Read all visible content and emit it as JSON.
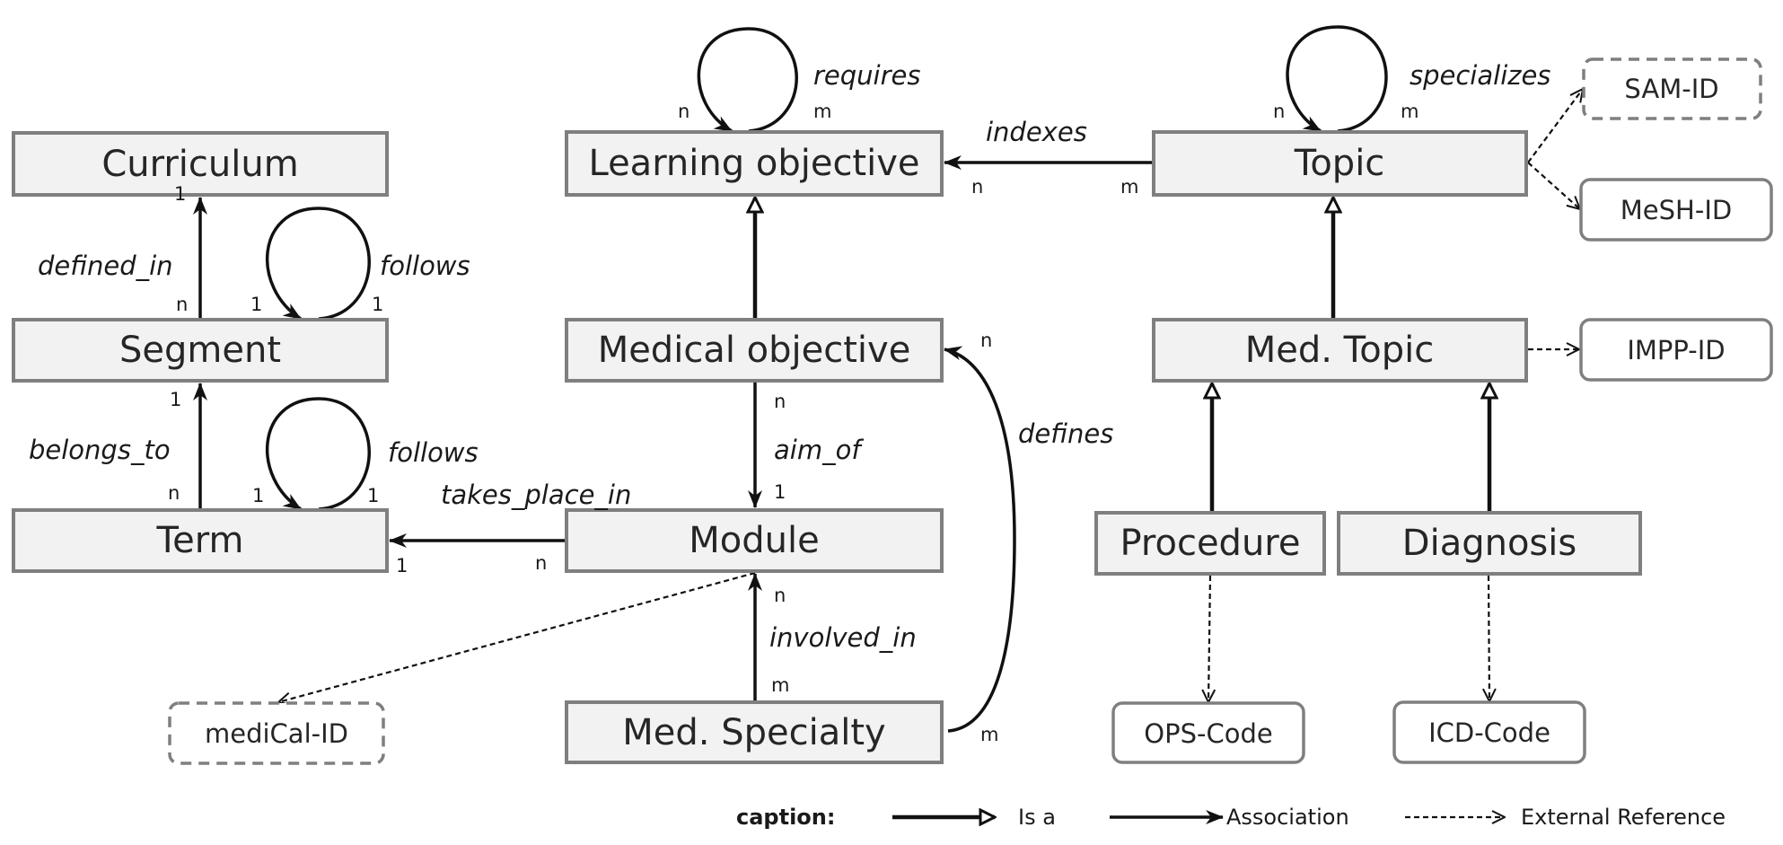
{
  "entities": {
    "curriculum": "Curriculum",
    "segment": "Segment",
    "term": "Term",
    "learning_objective": "Learning objective",
    "medical_objective": "Medical objective",
    "module": "Module",
    "med_specialty": "Med. Specialty",
    "topic": "Topic",
    "med_topic": "Med. Topic",
    "procedure": "Procedure",
    "diagnosis": "Diagnosis"
  },
  "external_refs": {
    "sam_id": "SAM-ID",
    "mesh_id": "MeSH-ID",
    "impp_id": "IMPP-ID",
    "medical_id": "mediCal-ID",
    "ops_code": "OPS-Code",
    "icd_code": "ICD-Code"
  },
  "relations": {
    "defined_in": {
      "label": "defined_in",
      "from_card": "n",
      "to_card": "1"
    },
    "segment_follows": {
      "label": "follows",
      "from_card": "1",
      "to_card": "1"
    },
    "belongs_to": {
      "label": "belongs_to",
      "from_card": "n",
      "to_card": "1"
    },
    "term_follows": {
      "label": "follows",
      "from_card": "1",
      "to_card": "1"
    },
    "takes_place_in": {
      "label": "takes_place_in",
      "from_card": "n",
      "to_card": "1"
    },
    "requires": {
      "label": "requires",
      "from_card": "m",
      "to_card": "n"
    },
    "indexes": {
      "label": "indexes",
      "from_card": "m",
      "to_card": "n"
    },
    "aim_of": {
      "label": "aim_of",
      "from_card": "n",
      "to_card": "1"
    },
    "involved_in": {
      "label": "involved_in",
      "from_card": "m",
      "to_card": "n"
    },
    "defines": {
      "label": "defines",
      "from_card": "m",
      "to_card": "n"
    },
    "specializes": {
      "label": "specializes",
      "from_card": "m",
      "to_card": "n"
    }
  },
  "legend": {
    "title": "caption:",
    "is_a": "Is a",
    "association": "Association",
    "external_reference": "External Reference"
  }
}
